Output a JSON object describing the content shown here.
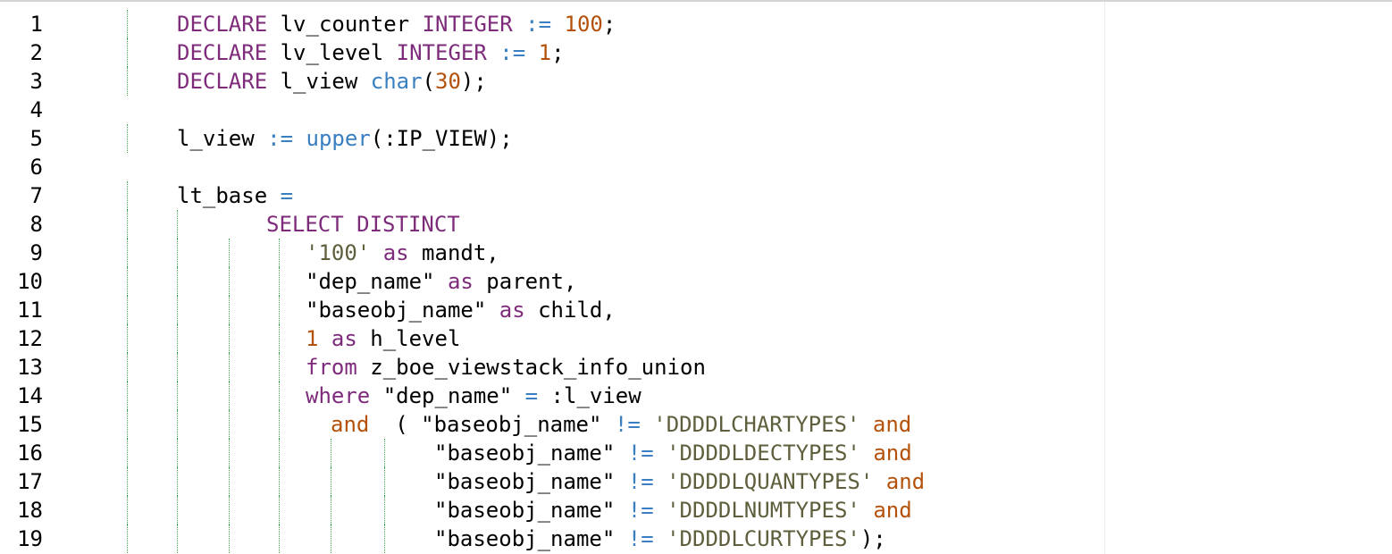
{
  "editor": {
    "colors": {
      "keyword": "#7d2b7a",
      "type": "#3a7fc0",
      "number": "#b4520b",
      "string": "#5f5f3d",
      "guide": "#3fa34d"
    },
    "lines": [
      {
        "n": "1",
        "tokens": [
          {
            "t": "DECLARE",
            "c": "kw"
          },
          {
            "t": " lv_counter ",
            "c": "plain"
          },
          {
            "t": "INTEGER",
            "c": "kw"
          },
          {
            "t": " ",
            "c": "plain"
          },
          {
            "t": ":=",
            "c": "op"
          },
          {
            "t": " ",
            "c": "plain"
          },
          {
            "t": "100",
            "c": "num"
          },
          {
            "t": ";",
            "c": "plain"
          }
        ]
      },
      {
        "n": "2",
        "tokens": [
          {
            "t": "DECLARE",
            "c": "kw"
          },
          {
            "t": " lv_level ",
            "c": "plain"
          },
          {
            "t": "INTEGER",
            "c": "kw"
          },
          {
            "t": " ",
            "c": "plain"
          },
          {
            "t": ":=",
            "c": "op"
          },
          {
            "t": " ",
            "c": "plain"
          },
          {
            "t": "1",
            "c": "num"
          },
          {
            "t": ";",
            "c": "plain"
          }
        ]
      },
      {
        "n": "3",
        "tokens": [
          {
            "t": "DECLARE",
            "c": "kw"
          },
          {
            "t": " l_view ",
            "c": "plain"
          },
          {
            "t": "char",
            "c": "type"
          },
          {
            "t": "(",
            "c": "plain"
          },
          {
            "t": "30",
            "c": "num"
          },
          {
            "t": ");",
            "c": "plain"
          }
        ]
      },
      {
        "n": "4",
        "tokens": []
      },
      {
        "n": "5",
        "tokens": [
          {
            "t": "l_view ",
            "c": "plain"
          },
          {
            "t": ":=",
            "c": "op"
          },
          {
            "t": " ",
            "c": "plain"
          },
          {
            "t": "upper",
            "c": "type"
          },
          {
            "t": "(:IP_VIEW);",
            "c": "plain"
          }
        ]
      },
      {
        "n": "6",
        "tokens": []
      },
      {
        "n": "7",
        "tokens": [
          {
            "t": "lt_base ",
            "c": "plain"
          },
          {
            "t": "=",
            "c": "op"
          }
        ]
      },
      {
        "n": "8",
        "tokens": [
          {
            "t": "SELECT DISTINCT",
            "c": "kw"
          }
        ]
      },
      {
        "n": "9",
        "tokens": [
          {
            "t": "'100'",
            "c": "str"
          },
          {
            "t": " ",
            "c": "plain"
          },
          {
            "t": "as",
            "c": "kw"
          },
          {
            "t": " mandt,",
            "c": "plain"
          }
        ]
      },
      {
        "n": "10",
        "tokens": [
          {
            "t": "\"dep_name\" ",
            "c": "plain"
          },
          {
            "t": "as",
            "c": "kw"
          },
          {
            "t": " parent,",
            "c": "plain"
          }
        ]
      },
      {
        "n": "11",
        "tokens": [
          {
            "t": "\"baseobj_name\" ",
            "c": "plain"
          },
          {
            "t": "as",
            "c": "kw"
          },
          {
            "t": " child,",
            "c": "plain"
          }
        ]
      },
      {
        "n": "12",
        "tokens": [
          {
            "t": "1",
            "c": "num"
          },
          {
            "t": " ",
            "c": "plain"
          },
          {
            "t": "as",
            "c": "kw"
          },
          {
            "t": " h_level",
            "c": "plain"
          }
        ]
      },
      {
        "n": "13",
        "tokens": [
          {
            "t": "from",
            "c": "kw"
          },
          {
            "t": " z_boe_viewstack_info_union",
            "c": "plain"
          }
        ]
      },
      {
        "n": "14",
        "tokens": [
          {
            "t": "where",
            "c": "kw"
          },
          {
            "t": " \"dep_name\" ",
            "c": "plain"
          },
          {
            "t": "=",
            "c": "op"
          },
          {
            "t": " :l_view",
            "c": "plain"
          }
        ]
      },
      {
        "n": "15",
        "tokens": [
          {
            "t": "and",
            "c": "num"
          },
          {
            "t": "  ( \"baseobj_name\" ",
            "c": "plain"
          },
          {
            "t": "!=",
            "c": "op"
          },
          {
            "t": " ",
            "c": "plain"
          },
          {
            "t": "'DDDDLCHARTYPES'",
            "c": "str"
          },
          {
            "t": " ",
            "c": "plain"
          },
          {
            "t": "and",
            "c": "num"
          }
        ]
      },
      {
        "n": "16",
        "tokens": [
          {
            "t": "\"baseobj_name\" ",
            "c": "plain"
          },
          {
            "t": "!=",
            "c": "op"
          },
          {
            "t": " ",
            "c": "plain"
          },
          {
            "t": "'DDDDLDECTYPES'",
            "c": "str"
          },
          {
            "t": " ",
            "c": "plain"
          },
          {
            "t": "and",
            "c": "num"
          }
        ]
      },
      {
        "n": "17",
        "tokens": [
          {
            "t": "\"baseobj_name\" ",
            "c": "plain"
          },
          {
            "t": "!=",
            "c": "op"
          },
          {
            "t": " ",
            "c": "plain"
          },
          {
            "t": "'DDDDLQUANTYPES'",
            "c": "str"
          },
          {
            "t": " ",
            "c": "plain"
          },
          {
            "t": "and",
            "c": "num"
          }
        ]
      },
      {
        "n": "18",
        "tokens": [
          {
            "t": "\"baseobj_name\" ",
            "c": "plain"
          },
          {
            "t": "!=",
            "c": "op"
          },
          {
            "t": " ",
            "c": "plain"
          },
          {
            "t": "'DDDDLNUMTYPES'",
            "c": "str"
          },
          {
            "t": " ",
            "c": "plain"
          },
          {
            "t": "and",
            "c": "num"
          }
        ]
      },
      {
        "n": "19",
        "tokens": [
          {
            "t": "\"baseobj_name\" ",
            "c": "plain"
          },
          {
            "t": "!=",
            "c": "op"
          },
          {
            "t": " ",
            "c": "plain"
          },
          {
            "t": "'DDDDLCURTYPES'",
            "c": "str"
          },
          {
            "t": ");",
            "c": "plain"
          }
        ]
      }
    ]
  }
}
